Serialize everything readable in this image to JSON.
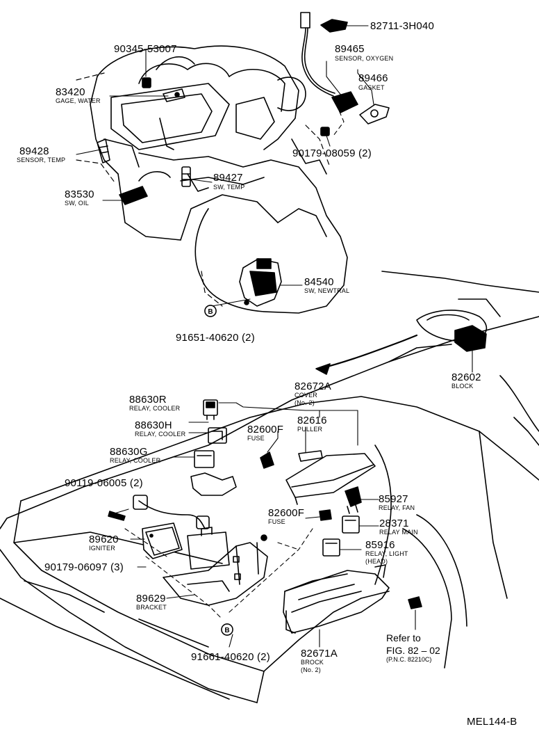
{
  "parts": {
    "p82711": {
      "number": "82711-3H040"
    },
    "p89465": {
      "number": "89465",
      "name": "SENSOR, OXYGEN"
    },
    "p89466": {
      "number": "89466",
      "name": "GASKET"
    },
    "p90345": {
      "number": "90345-53007"
    },
    "p83420": {
      "number": "83420",
      "name": "GAGE, WATER"
    },
    "p89428": {
      "number": "89428",
      "name": "SENSOR, TEMP"
    },
    "p90179a": {
      "number": "90179-08059 (2)"
    },
    "p89427": {
      "number": "89427",
      "name": "SW, TEMP"
    },
    "p83530": {
      "number": "83530",
      "name": "SW, OIL"
    },
    "p84540": {
      "number": "84540",
      "name": "SW, NEWTRAL"
    },
    "p91651": {
      "number": "91651-40620 (2)"
    },
    "p82602": {
      "number": "82602",
      "name": "BLOCK"
    },
    "p82672A": {
      "number": "82672A",
      "name": "COVER",
      "sub": "(No. 2)"
    },
    "p88630R": {
      "number": "88630R",
      "name": "RELAY, COOLER"
    },
    "p88630H": {
      "number": "88630H",
      "name": "RELAY, COOLER"
    },
    "p82600F1": {
      "number": "82600F",
      "name": "FUSE"
    },
    "p82616": {
      "number": "82616",
      "name": "PULLER"
    },
    "p88630G": {
      "number": "88630G",
      "name": "RELAY, COOLER"
    },
    "p90119": {
      "number": "90119-06005 (2)"
    },
    "p85927": {
      "number": "85927",
      "name": "RELAY, FAN"
    },
    "p82600F2": {
      "number": "82600F",
      "name": "FUSE"
    },
    "p28371": {
      "number": "28371",
      "name": "RELAY MAIN"
    },
    "p89620": {
      "number": "89620",
      "name": "IGNITER"
    },
    "p85916": {
      "number": "85916",
      "name": "RELAY, LIGHT",
      "sub": "(HEAD)"
    },
    "p90179b": {
      "number": "90179-06097 (3)"
    },
    "p89629": {
      "number": "89629",
      "name": "BRACKET"
    },
    "p91661": {
      "number": "91661-40620 (2)"
    },
    "p82671A": {
      "number": "82671A",
      "name": "BROCK",
      "sub": "(No. 2)"
    }
  },
  "refer": {
    "line1": "Refer to",
    "line2": "FIG. 82 – 02",
    "line3": "(P.N.C. 82210C)"
  },
  "marker": {
    "symbol": "B"
  },
  "figure_code": "MEL144-B"
}
